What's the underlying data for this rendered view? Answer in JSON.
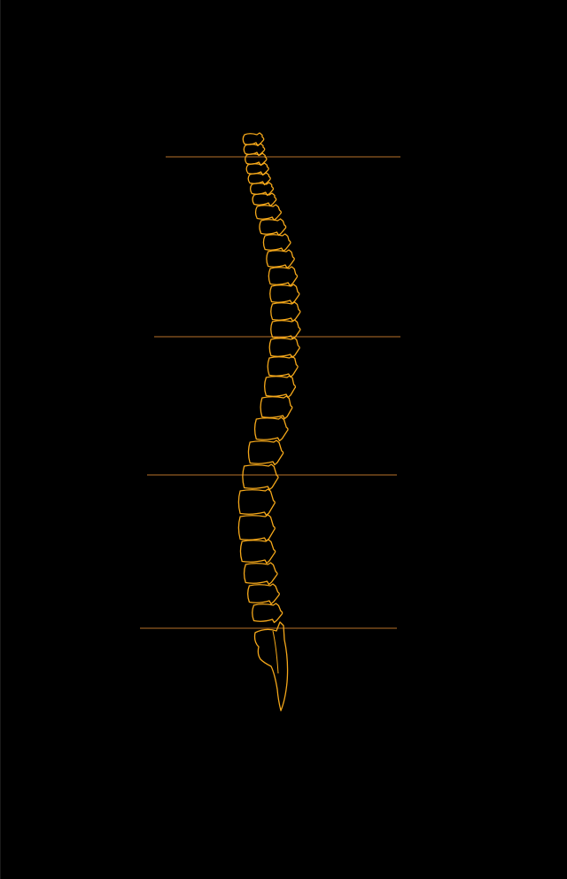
{
  "diagram": {
    "subject": "spine-lateral-view",
    "colors": {
      "background": "#000000",
      "bone_outline": "#f5a81a",
      "divider_line": "#b8722a"
    },
    "segments": [
      {
        "id": "cervical",
        "vertebra_count": 7
      },
      {
        "id": "thoracic",
        "vertebra_count": 12
      },
      {
        "id": "lumbar",
        "vertebra_count": 5
      },
      {
        "id": "sacrum-coccyx",
        "vertebra_count": 1
      }
    ],
    "divider_count": 4
  }
}
